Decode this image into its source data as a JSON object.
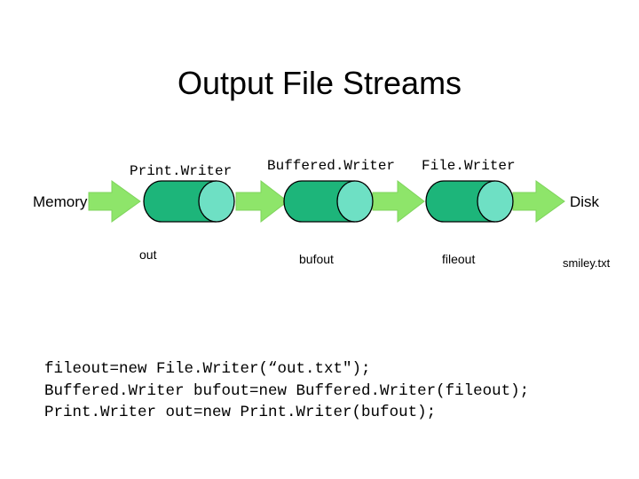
{
  "title": "Output File Streams",
  "streams": [
    {
      "class_label": "Print.Writer",
      "var_label": "out"
    },
    {
      "class_label": "Buffered.Writer",
      "var_label": "bufout"
    },
    {
      "class_label": "File.Writer",
      "var_label": "fileout"
    }
  ],
  "endpoints": {
    "source": "Memory",
    "destination": "Disk",
    "file": "smiley.txt"
  },
  "code_lines": [
    "fileout=new File.Writer(“out.txt\");",
    "Buffered.Writer bufout=new Buffered.Writer(fileout);",
    "Print.Writer out=new Print.Writer(bufout);"
  ],
  "colors": {
    "pipe_body": "#1db57a",
    "pipe_end": "#6ee0c4",
    "arrow": "#8ee56a",
    "arrow_edge": "#7fd45c"
  }
}
